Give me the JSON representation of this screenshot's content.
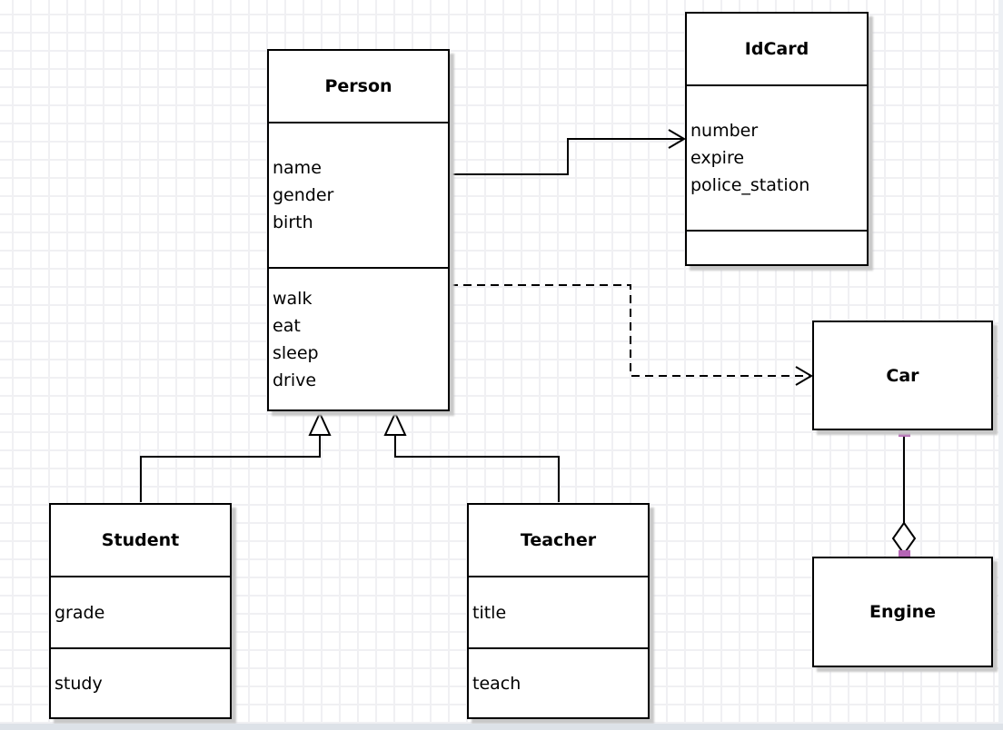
{
  "diagram": {
    "type": "uml-class-diagram",
    "classes": {
      "person": {
        "name": "Person",
        "attributes": [
          "name",
          "gender",
          "birth"
        ],
        "methods": [
          "walk",
          "eat",
          "sleep",
          "drive"
        ]
      },
      "idcard": {
        "name": "IdCard",
        "attributes": [
          "number",
          "expire",
          "police_station"
        ],
        "methods": []
      },
      "car": {
        "name": "Car",
        "attributes": [],
        "methods": []
      },
      "engine": {
        "name": "Engine",
        "attributes": [],
        "methods": []
      },
      "student": {
        "name": "Student",
        "attributes": [
          "grade"
        ],
        "methods": [
          "study"
        ]
      },
      "teacher": {
        "name": "Teacher",
        "attributes": [
          "title"
        ],
        "methods": [
          "teach"
        ]
      }
    },
    "relationships": [
      {
        "type": "association",
        "from": "Person",
        "to": "IdCard",
        "line": "solid",
        "arrow": "open"
      },
      {
        "type": "dependency",
        "from": "Person",
        "to": "Car",
        "line": "dashed",
        "arrow": "open"
      },
      {
        "type": "generalization",
        "from": "Student",
        "to": "Person",
        "line": "solid",
        "arrow": "hollow-triangle"
      },
      {
        "type": "generalization",
        "from": "Teacher",
        "to": "Person",
        "line": "solid",
        "arrow": "hollow-triangle"
      },
      {
        "type": "aggregation",
        "from": "Car",
        "to": "Engine",
        "line": "solid",
        "arrow": "hollow-diamond",
        "selected": true
      }
    ],
    "colors": {
      "line": "#000000",
      "box_fill": "#ffffff",
      "shadow": "#c8c8c8",
      "grid_line": "#f0f0f3",
      "selection_handle": "#b565b5",
      "canvas_edge": "#dde2e8"
    }
  }
}
